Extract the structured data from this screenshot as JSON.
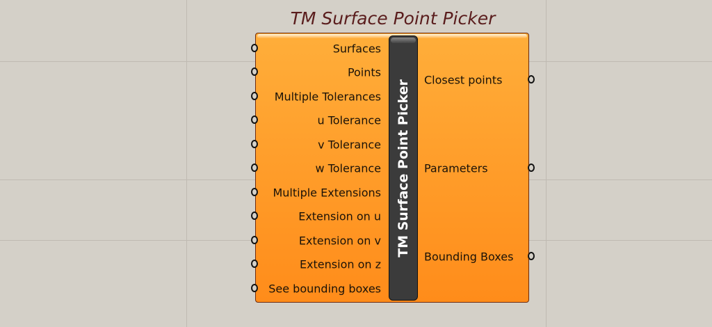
{
  "component": {
    "title": "TM Surface Point Picker",
    "nickname": "TM Surface Point Picker",
    "inputs": [
      "Surfaces",
      "Points",
      "Multiple Tolerances",
      "u Tolerance",
      "v Tolerance",
      "w Tolerance",
      "Multiple Extensions",
      "Extension on u",
      "Extension on v",
      "Extension on z",
      "See bounding boxes"
    ],
    "outputs": [
      "Closest points",
      "Parameters",
      "Bounding Boxes"
    ],
    "colors": {
      "body": "#ff9c28",
      "bar": "#3b3b3b",
      "title": "#5a1d1d"
    }
  }
}
